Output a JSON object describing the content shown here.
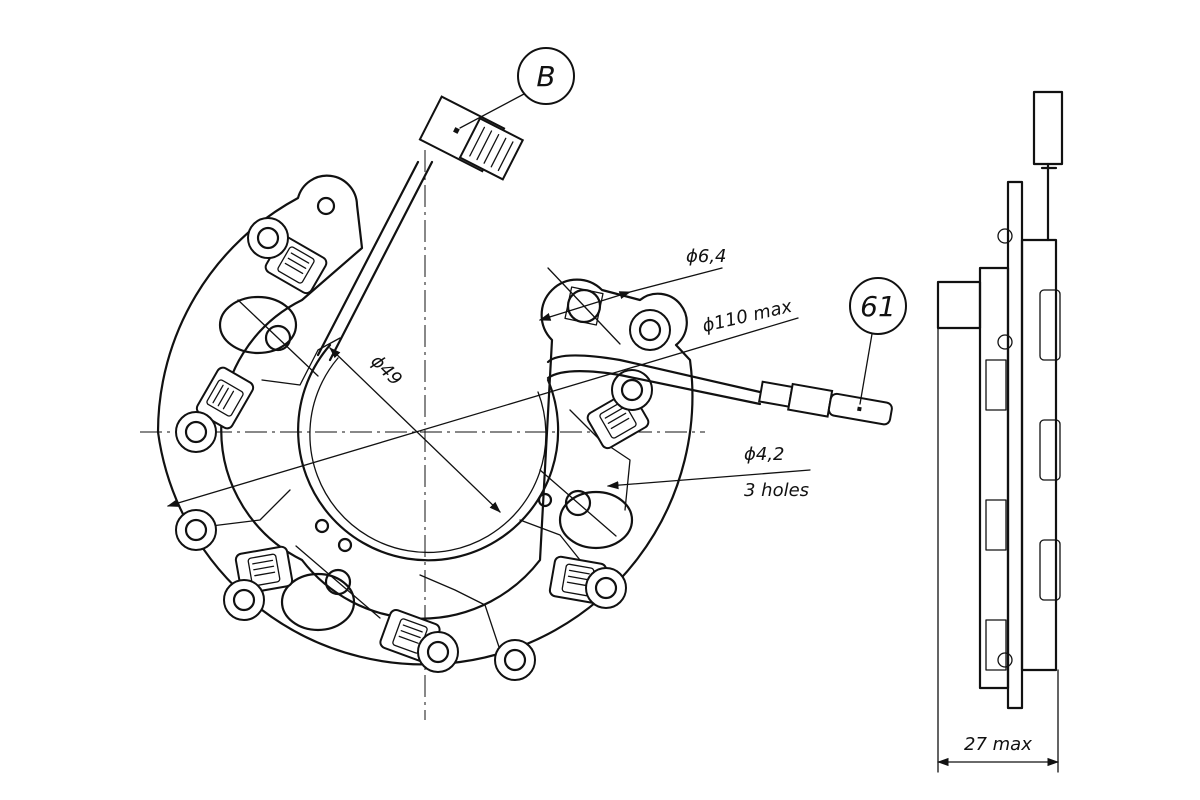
{
  "callouts": {
    "b": "B",
    "n61": "61"
  },
  "dimensions": {
    "d64": "ϕ6,4",
    "d110": "ϕ110 max",
    "d49": "ϕ49",
    "d42": "ϕ4,2",
    "holes": "3 holes",
    "width27": "27 max"
  }
}
